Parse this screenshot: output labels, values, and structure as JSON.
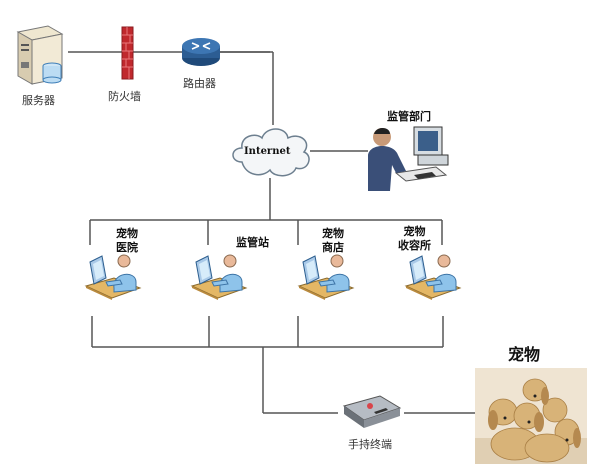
{
  "diagram": {
    "nodes": {
      "server": {
        "label": "服务器"
      },
      "firewall": {
        "label": "防火墙"
      },
      "router": {
        "label": "路由器"
      },
      "internet": {
        "label": "Internet"
      },
      "supervision_dept": {
        "label": "监管部门"
      },
      "pet_hospital": {
        "label_line1": "宠物",
        "label_line2": "医院"
      },
      "supervision_station": {
        "label": "监管站"
      },
      "pet_shop": {
        "label_line1": "宠物",
        "label_line2": "商店"
      },
      "pet_shelter": {
        "label_line1": "宠物",
        "label_line2": "收容所"
      },
      "handheld_terminal": {
        "label": "手持终端"
      },
      "pet": {
        "label": "宠物"
      }
    },
    "colors": {
      "line": "#555555",
      "firewall": "#c0282d",
      "router": "#2c5d93",
      "cloud_fill": "#f4f6f8",
      "desk": "#e0b060"
    }
  }
}
